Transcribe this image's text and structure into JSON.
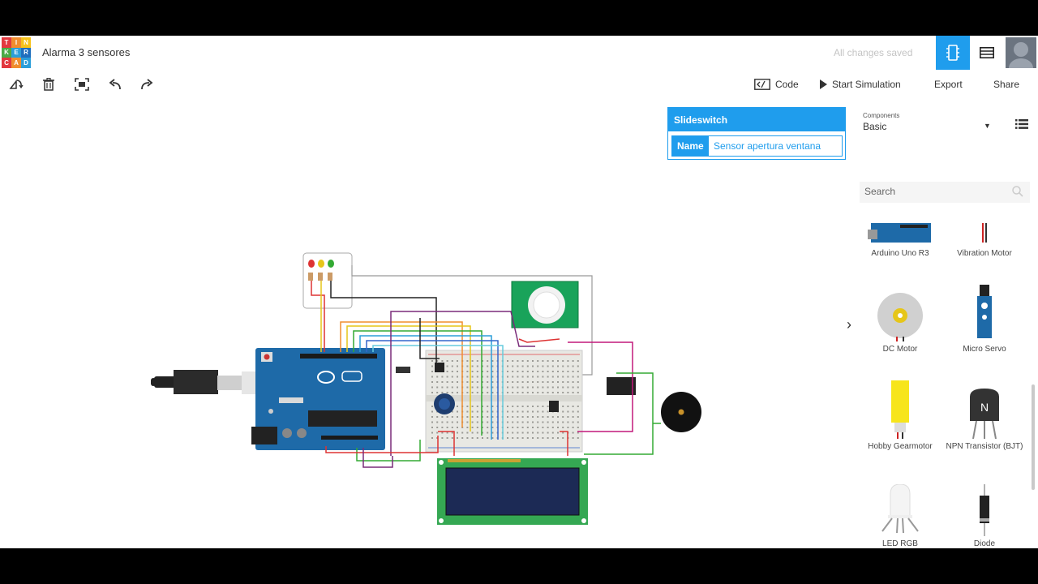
{
  "header": {
    "logo_letters": [
      "T",
      "I",
      "N",
      "K",
      "E",
      "R",
      "C",
      "A",
      "D"
    ],
    "logo_colors": [
      "#e2383f",
      "#f08d2e",
      "#f6c21a",
      "#4aaa46",
      "#2b9ed9",
      "#1f6ebd",
      "#e2383f",
      "#f08d2e",
      "#2b9ed9"
    ],
    "title": "Alarma 3 sensores",
    "save_status": "All changes saved"
  },
  "toolbar": {
    "tools": [
      "rotate-icon",
      "delete-icon",
      "fit-view-icon",
      "undo-icon",
      "redo-icon"
    ],
    "code_label": "Code",
    "simulation_label": "Start Simulation",
    "export_label": "Export",
    "share_label": "Share"
  },
  "inspector": {
    "title": "Slideswitch",
    "name_label": "Name",
    "name_value": "Sensor apertura ventana"
  },
  "panel": {
    "components_caption": "Components",
    "components_value": "Basic",
    "search_placeholder": "Search",
    "items": [
      {
        "label": "Arduino Uno R3",
        "icon": "arduino-icon"
      },
      {
        "label": "Vibration Motor",
        "icon": "vibration-motor-icon"
      },
      {
        "label": "DC Motor",
        "icon": "dc-motor-icon"
      },
      {
        "label": "Micro Servo",
        "icon": "micro-servo-icon"
      },
      {
        "label": "Hobby Gearmotor",
        "icon": "gearmotor-icon"
      },
      {
        "label": "NPN Transistor (BJT)",
        "icon": "npn-transistor-icon"
      },
      {
        "label": "LED RGB",
        "icon": "led-rgb-icon"
      },
      {
        "label": "Diode",
        "icon": "diode-icon"
      }
    ]
  },
  "colors": {
    "accent": "#1f9ded",
    "arduino_blue": "#1e6aa8",
    "breadboard": "#e8e8e3",
    "lcd_green": "#35a853",
    "lcd_screen": "#1c2a55"
  }
}
